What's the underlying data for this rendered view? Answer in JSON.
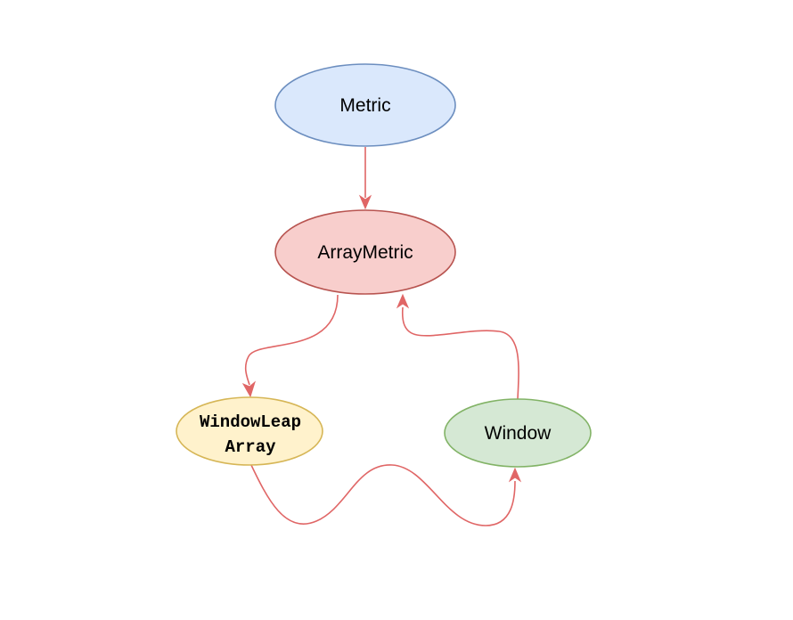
{
  "nodes": {
    "metric": {
      "label": "Metric",
      "fill": "#dae8fc",
      "stroke": "#6c8ebf"
    },
    "array_metric": {
      "label": "ArrayMetric",
      "fill": "#f8cecc",
      "stroke": "#b85450"
    },
    "window_leap_array": {
      "label_line1": "WindowLeap",
      "label_line2": "Array",
      "fill": "#fff2cc",
      "stroke": "#d6b656"
    },
    "window": {
      "label": "Window",
      "fill": "#d5e8d4",
      "stroke": "#82b366"
    }
  },
  "edge_color": "#e06666",
  "edges": [
    {
      "from": "Metric",
      "to": "ArrayMetric"
    },
    {
      "from": "ArrayMetric",
      "to": "WindowLeap Array"
    },
    {
      "from": "WindowLeap Array",
      "to": "Window"
    },
    {
      "from": "Window",
      "to": "ArrayMetric"
    }
  ]
}
